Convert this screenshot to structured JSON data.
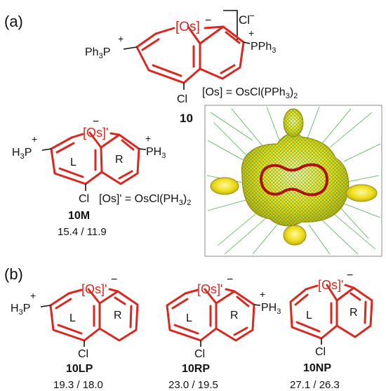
{
  "panels": {
    "a": {
      "label": "(a)"
    },
    "b": {
      "label": "(b)"
    }
  },
  "compound_10": {
    "os": "[Os]",
    "charge": "−",
    "counter_ion": "Cl",
    "counter_charge": "−",
    "sub_left": "Ph",
    "sub_left_sub": "3",
    "sub_left_p": "P",
    "plus": "+",
    "sub_right_p": "P",
    "sub_right": "Ph",
    "sub_right_sub": "3",
    "cl": "Cl",
    "def_pre": "[Os] = OsCl(PPh",
    "def_sub": "3",
    "def_post": ")",
    "def_sub2": "2",
    "id": "10"
  },
  "compound_10M": {
    "os": "[Os]'",
    "charge": "−",
    "sub_left": "H",
    "sub_left_sub": "3",
    "sub_left_p": "P",
    "plus": "+",
    "sub_right": "PH",
    "sub_right_sub": "3",
    "ring_l": "L",
    "ring_r": "R",
    "cl": "Cl",
    "def_pre": "[Os]' = OsCl(PH",
    "def_sub": "3",
    "def_post": ")",
    "def_sub2": "2",
    "id": "10M",
    "values": "15.4 / 11.9"
  },
  "compound_10LP": {
    "os": "[Os]'",
    "charge": "−",
    "sub_left": "H",
    "sub_left_sub": "3",
    "sub_left_p": "P",
    "plus": "+",
    "ring_l": "L",
    "ring_r": "R",
    "cl": "Cl",
    "id": "10LP",
    "values": "19.3 / 18.0"
  },
  "compound_10RP": {
    "os": "[Os]'",
    "charge": "−",
    "sub_right": "PH",
    "sub_right_sub": "3",
    "plus": "+",
    "ring_l": "L",
    "ring_r": "R",
    "cl": "Cl",
    "id": "10RP",
    "values": "23.0 / 19.5"
  },
  "compound_10NP": {
    "os": "[Os]'",
    "charge": "−",
    "ring_l": "L",
    "ring_r": "R",
    "cl": "Cl",
    "id": "10NP",
    "values": "27.1 / 26.3"
  },
  "colors": {
    "ring": "#d8281f",
    "isosurface": "#f2e21c",
    "iso_mesh": "#2a8f2a",
    "current_loop": "#b01010"
  }
}
